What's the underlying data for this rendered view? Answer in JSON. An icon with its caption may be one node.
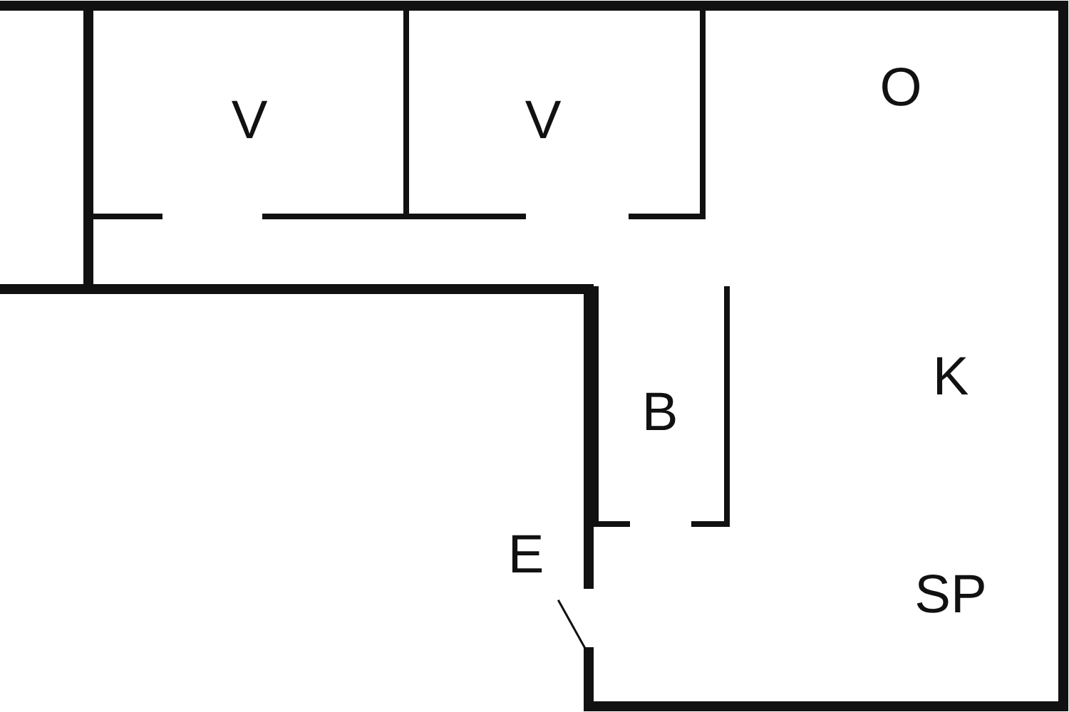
{
  "diagram": {
    "labels": [
      "V",
      "V",
      "O",
      "K",
      "B",
      "E",
      "SP"
    ]
  }
}
